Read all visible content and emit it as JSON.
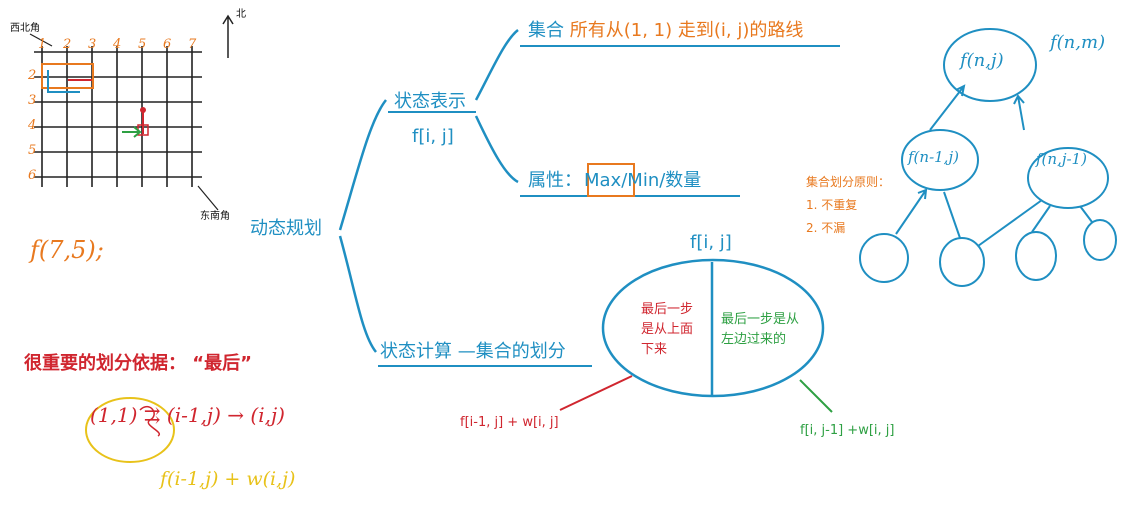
{
  "grid": {
    "label_nw": "西北角",
    "label_se": "东南角",
    "label_north": "北",
    "col_numbers": [
      "1",
      "2",
      "3",
      "4",
      "5",
      "6",
      "7"
    ],
    "row_numbers": [
      "2",
      "3",
      "4",
      "5",
      "6"
    ]
  },
  "handwritten": {
    "f_example": "f(7,5);",
    "top_right": "f(n,m)",
    "node_top": "f(n,j)",
    "node_left": "f(n-1,j)",
    "node_right": "f(n,j-1)",
    "bottom_path": "(1,1) ⇉ (i-1,j) → (i,j)",
    "bottom_formula": "f(i-1,j) + w(i,j)"
  },
  "mindmap": {
    "root": "动态规划",
    "state_repr": "状态表示",
    "state_repr_expr": "f[i, j]",
    "set_prefix": "集合",
    "set_desc": "所有从(1, 1) 走到(i, j)的路线",
    "attr_prefix": "属性：",
    "attr_max": "Max",
    "attr_rest": "/Min/数量",
    "state_calc": "状态计算 —集合的划分"
  },
  "ellipse": {
    "title": "f[i, j]",
    "left_text": [
      "最后一步",
      "是从上面",
      "下来"
    ],
    "right_text": [
      "最后一步是从",
      "左边过来的"
    ],
    "left_formula": "f[i-1, j] + w[i, j]",
    "right_formula": "f[i, j-1] +w[i, j]"
  },
  "principles": {
    "title": "集合划分原则：",
    "items": [
      "1. 不重复",
      "2. 不漏"
    ]
  },
  "important": "很重要的划分依据：  “最后”",
  "colors": {
    "blue": "#1f8fc2",
    "orange": "#e8791f",
    "red": "#d0262f",
    "green": "#2ea043",
    "yellow": "#e8c21a"
  }
}
